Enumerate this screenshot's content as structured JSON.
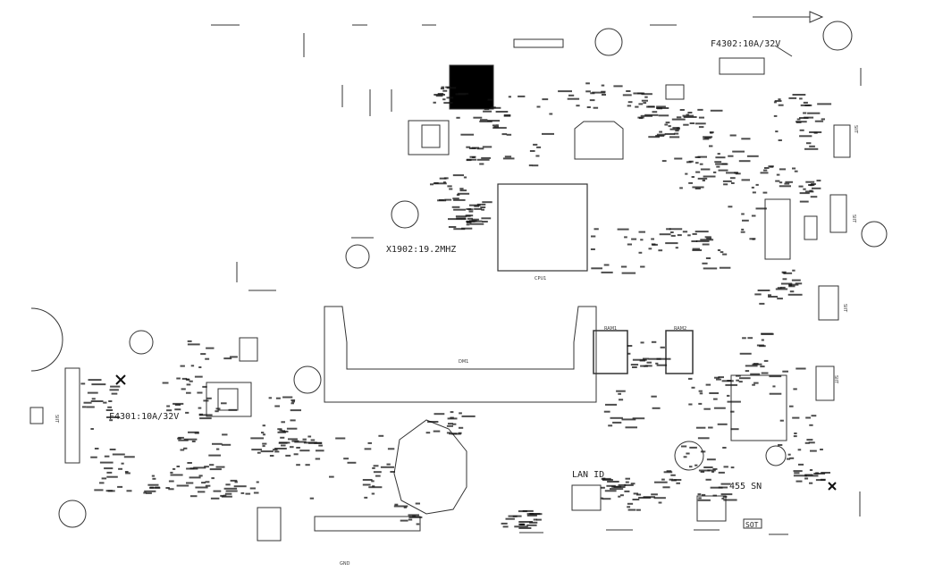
{
  "board": {
    "fuses": [
      "F4302:10A/32V",
      "F4301:10A/32V"
    ],
    "crystal": "X1902:19.2MHZ",
    "lan_id": "LAN ID",
    "sn": "455 SN",
    "sot": "SOT",
    "cpu_label": "CPU1",
    "ram_labels": [
      "RAM1",
      "RAM2"
    ],
    "connector_labels": [
      "SIIT",
      "SIIT",
      "SIIT",
      "SIIT",
      "SIIT"
    ],
    "dimm_label": "DM1",
    "ground_label": "GND"
  },
  "colors": {
    "ink": "#000000",
    "outline": "#333333",
    "background": "#ffffff"
  },
  "icons": {
    "arrow": "arrow-right-icon",
    "cross": "cross-icon"
  }
}
